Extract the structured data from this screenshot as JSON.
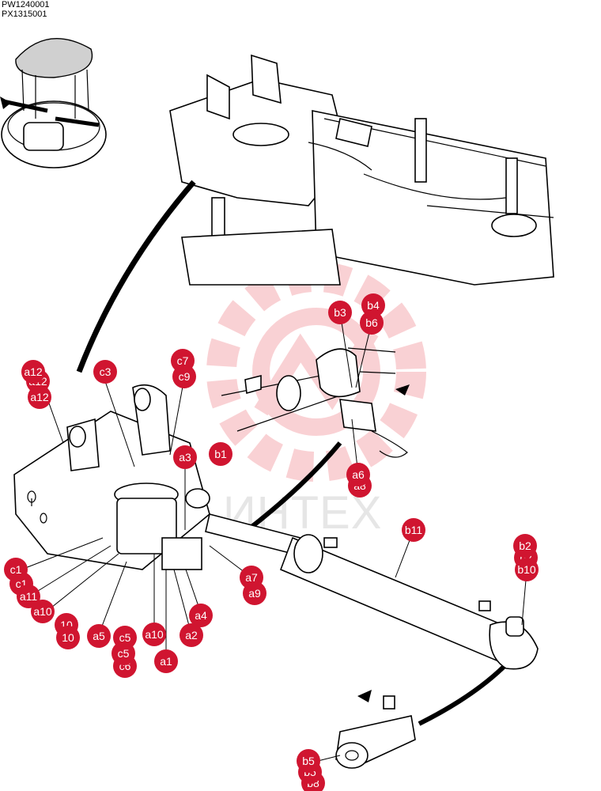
{
  "codes": {
    "line1": "PW1240001",
    "line2": "PX1315001"
  },
  "watermark": {
    "text": "ИНТЕХ"
  },
  "colors": {
    "marker": "#d01530",
    "marker_text": "#ffffff",
    "watermark": "#e8343f"
  },
  "labels": {
    "b3": "b3",
    "b4": "b4",
    "b6": "b6",
    "a12a": "a12",
    "a12b": "a12",
    "a12c": "a12",
    "c3": "c3",
    "c7": "c7",
    "c9": "c9",
    "a3": "a3",
    "b1": "b1",
    "a6": "a6",
    "a6b": "a8",
    "b11": "b11",
    "b2": "b2",
    "b2b": "b2",
    "b10": "b10",
    "c1": "c1",
    "c1b": "c1",
    "a11": "a11",
    "a10a": "a10",
    "a7": "a7",
    "a9": "a9",
    "a4": "a4",
    "x10a": "10",
    "x10b": "10",
    "a5": "a5",
    "c5a": "c5",
    "a10b": "a10",
    "a2": "a2",
    "c5": "c5",
    "c6": "c6",
    "a1": "a1",
    "b5": "b5",
    "b5b": "b5",
    "b8": "b8"
  }
}
